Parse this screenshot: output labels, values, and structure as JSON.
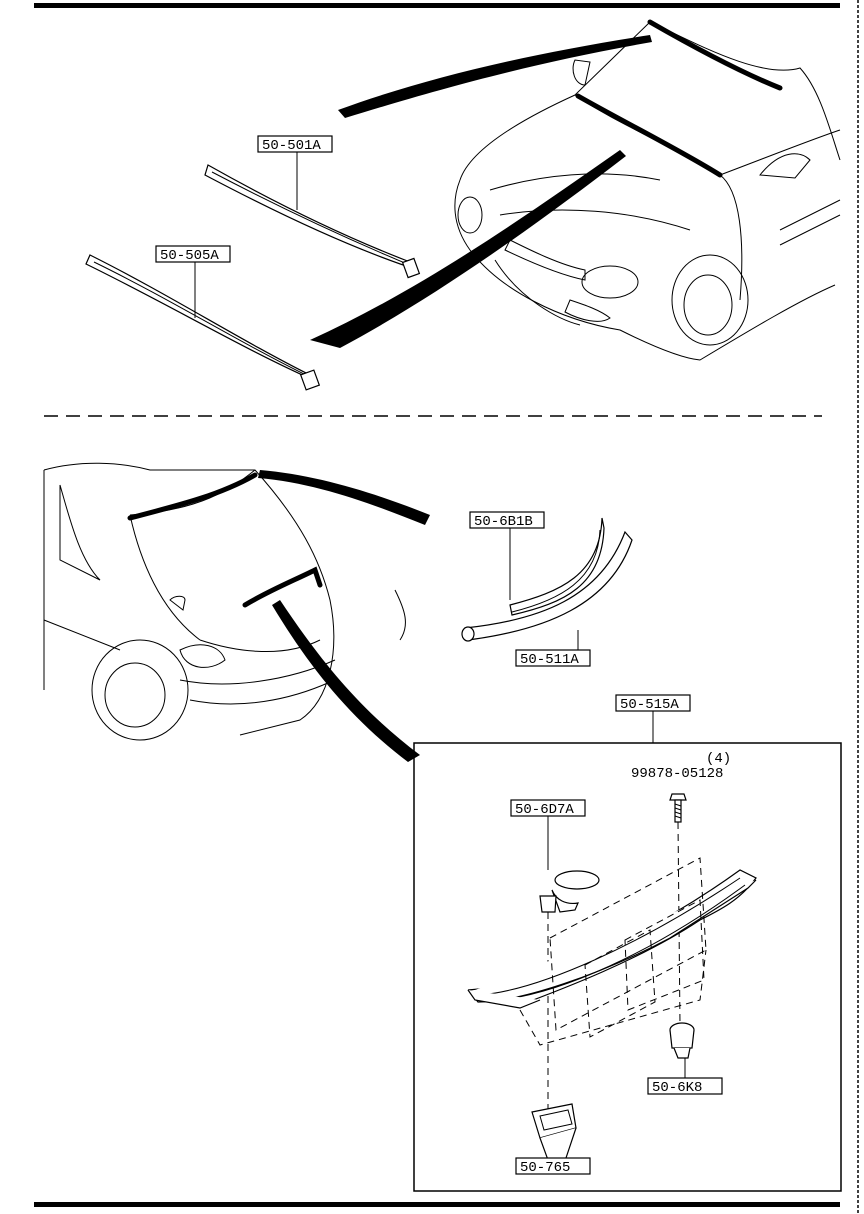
{
  "diagram": {
    "part_labels": {
      "front_upper": "50-501A",
      "front_lower": "50-505A",
      "rear_upper": "50-6B1B",
      "rear_lower": "50-511A",
      "rear_assembly": "50-515A",
      "fastener_top": "50-6D7A",
      "screw_number": "99878-05128",
      "screw_qty": "(4)",
      "fastener_right": "50-6K8",
      "fastener_bottom": "50-765"
    }
  }
}
